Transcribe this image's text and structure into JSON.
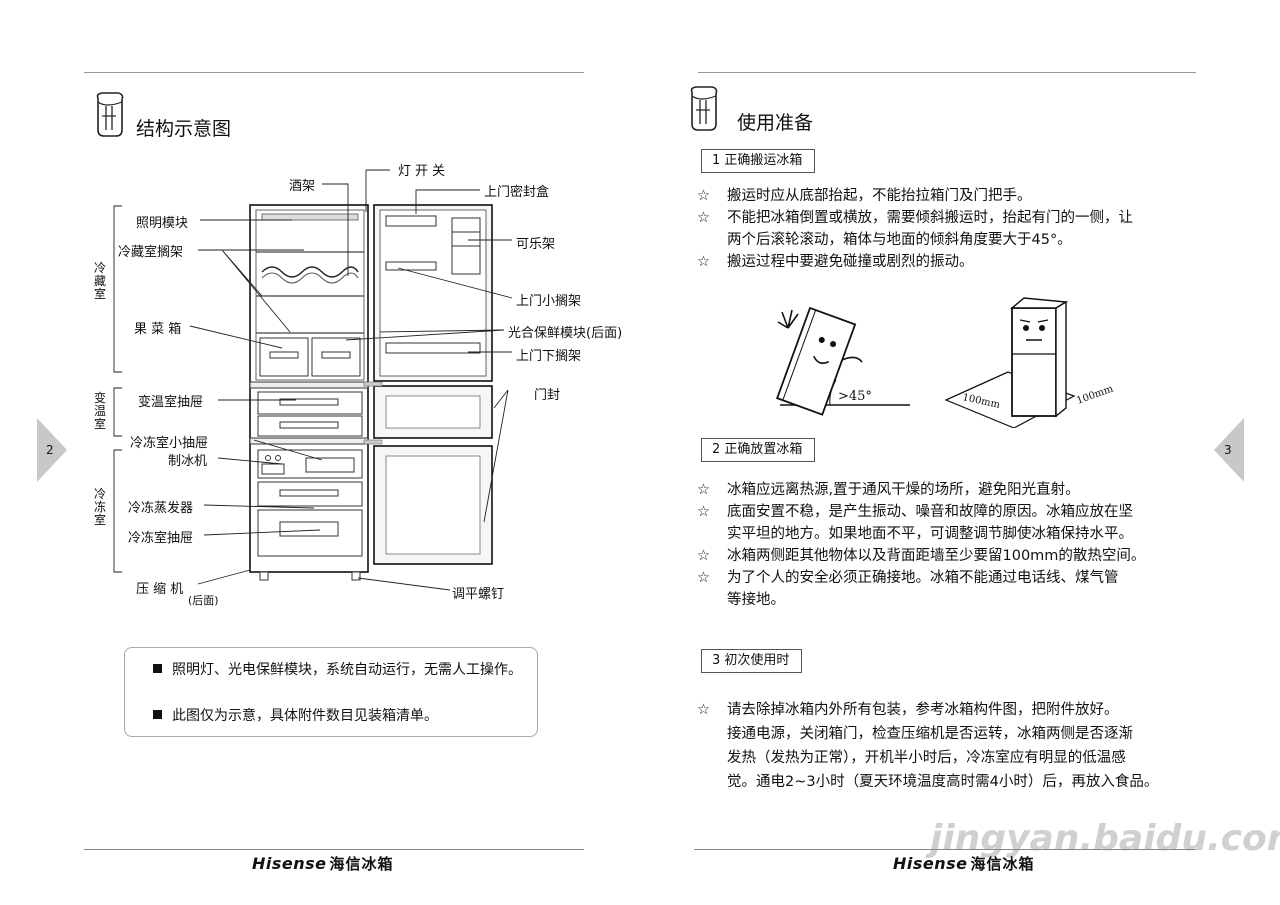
{
  "left_page": {
    "section_title": "结构示意图",
    "page_number": "2",
    "diagram_labels": {
      "wine_rack": "酒架",
      "light_switch": "灯开关",
      "door_seal_box": "上门密封盒",
      "light_module": "照明模块",
      "fridge_shelf": "冷藏室搁架",
      "cola_rack": "可乐架",
      "upper_small_shelf": "上门小搁架",
      "fruit_box": "果 菜 箱",
      "photo_module": "光合保鲜模块(后面)",
      "upper_bottom_shelf": "上门下搁架",
      "door_seal": "门封",
      "variable_drawer": "变温室抽屉",
      "freezer_small_drawer": "冷冻室小抽屉",
      "ice_maker": "制冰机",
      "evaporator": "冷冻蒸发器",
      "freezer_drawer": "冷冻室抽屉",
      "compressor": "压 缩 机",
      "compressor_note": "(后面)",
      "leveling_screw": "调平螺钉",
      "zone_fridge": "冷藏室",
      "zone_variable": "变温室",
      "zone_freezer": "冷冻室"
    },
    "notes": [
      "照明灯、光电保鲜模块，系统自动运行，无需人工操作。",
      "此图仅为示意，具体附件数目见装箱清单。"
    ],
    "brand": "Hisense",
    "brand_cn": "海信冰箱"
  },
  "right_page": {
    "section_title": "使用准备",
    "page_number": "3",
    "sec1": {
      "heading": "1 正确搬运冰箱",
      "items": [
        [
          "搬运时应从底部抬起，不能抬拉箱门及门把手。"
        ],
        [
          "不能把冰箱倒置或横放，需要倾斜搬运时，抬起有门的一侧，让",
          "两个后滚轮滚动，箱体与地面的倾斜角度要大于45°。"
        ],
        [
          "搬运过程中要避免碰撞或剧烈的振动。"
        ]
      ]
    },
    "illustration": {
      "angle_label": ">45°",
      "dist_left": "100mm",
      "dist_right": "100mm"
    },
    "sec2": {
      "heading": "2 正确放置冰箱",
      "items": [
        [
          "冰箱应远离热源,置于通风干燥的场所，避免阳光直射。"
        ],
        [
          "底面安置不稳，是产生振动、噪音和故障的原因。冰箱应放在坚",
          "实平坦的地方。如果地面不平，可调整调节脚使冰箱保持水平。"
        ],
        [
          "冰箱两侧距其他物体以及背面距墙至少要留100mm的散热空间。"
        ],
        [
          "为了个人的安全必须正确接地。冰箱不能通过电话线、煤气管",
          "等接地。"
        ]
      ]
    },
    "sec3": {
      "heading": "3 初次使用时",
      "items": [
        [
          "请去除掉冰箱内外所有包装，参考冰箱构件图，把附件放好。",
          "接通电源，关闭箱门，检查压缩机是否运转，冰箱两侧是否逐渐",
          "发热（发热为正常），开机半小时后，冷冻室应有明显的低温感",
          "觉。通电2~3小时（夏天环境温度高时需4小时）后，再放入食品。"
        ]
      ]
    },
    "star_symbol": "☆",
    "brand": "Hisense",
    "brand_cn": "海信冰箱"
  },
  "watermark": "jingyan.baidu.com",
  "colors": {
    "text": "#111111",
    "rule": "#999999",
    "tab": "#c8c8c8"
  }
}
